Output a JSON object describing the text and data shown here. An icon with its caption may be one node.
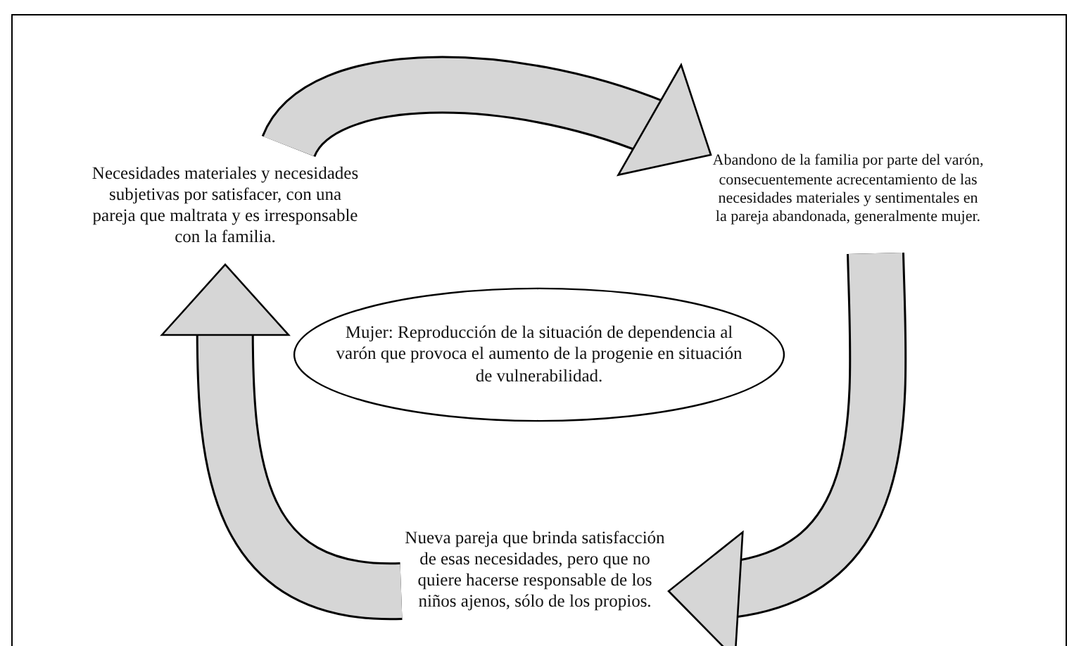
{
  "diagram": {
    "nodes": [
      {
        "text": [
          "Necesidades materiales y necesidades subjetivas por satisfacer, con una pareja que maltrata y es irresponsable con la familia."
        ]
      },
      {
        "text": [
          "Abandono de la familia por parte del varón, consecuentemente acrecentamiento de las necesidades materiales y sentimentales en la pareja abandonada, generalmente mujer."
        ]
      },
      {
        "text": [
          "Nueva pareja que brinda satisfacción de esas necesidades, pero que no quiere hacerse responsable de los niños ajenos, sólo de los propios."
        ]
      },
      {
        "text": [
          "Mujer: Reproducción de la situación de dependencia al varón que provoca el aumento de la progenie en situación de vulnerabilidad."
        ]
      }
    ],
    "edges": [
      {
        "from": 0,
        "to": 1,
        "arrow": "to"
      },
      {
        "from": 1,
        "to": 2,
        "arrow": "to"
      },
      {
        "from": 2,
        "to": 0,
        "arrow": "to"
      }
    ]
  }
}
